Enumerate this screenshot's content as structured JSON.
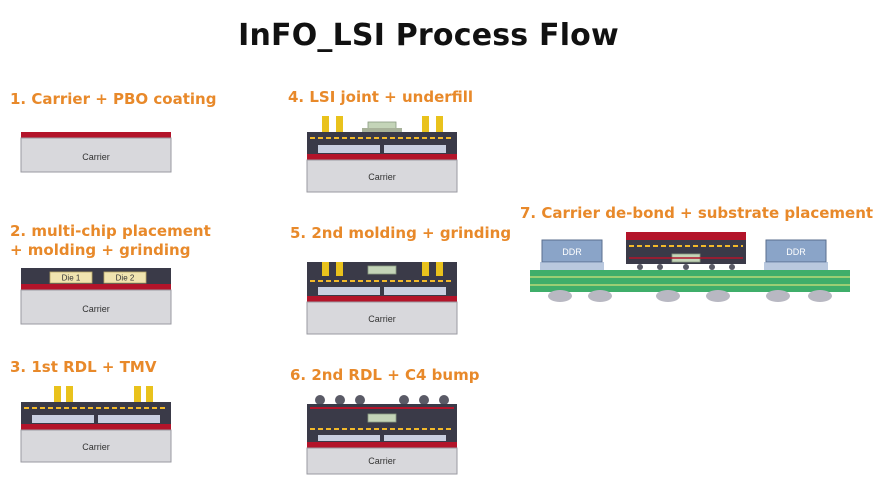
{
  "title": "InFO_LSI Process Flow",
  "steps": [
    {
      "label": "1. Carrier + PBO coating"
    },
    {
      "label_line1": "2. multi-chip placement",
      "label_line2": "+ molding + grinding"
    },
    {
      "label": "3. 1st RDL + TMV"
    },
    {
      "label": "4. LSI joint + underfill"
    },
    {
      "label": "5. 2nd molding + grinding"
    },
    {
      "label": "6. 2nd RDL + C4 bump"
    },
    {
      "label": "7. Carrier de-bond + substrate placement"
    }
  ],
  "carrier_text": "Carrier",
  "die_labels": [
    "Die 1",
    "Die 2"
  ],
  "ddr_text": "DDR",
  "colors": {
    "title": "#111111",
    "step_label": "#e8892a",
    "carrier": "#d8d8dc",
    "pbo": "#b3142a",
    "die": "#f0e4b0",
    "mold": "#3a3a48",
    "rdl_dots": "#f2b92a",
    "tmv": "#e9c21c",
    "substrate": "#3fae6a"
  }
}
